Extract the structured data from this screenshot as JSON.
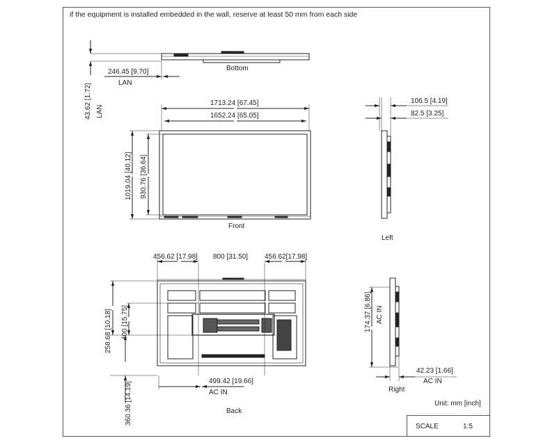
{
  "note": "if the equipment is installed embedded in the wall, reserve at least 50 mm from each side",
  "unit": "Unit: mm [inch]",
  "scale": {
    "label": "SCALE",
    "value": "1:5"
  },
  "views": {
    "bottom": {
      "caption": "Bottom",
      "dim_depth": "43.62 [1.72]",
      "dim_lan": "246.45 [9.70]",
      "lan_label": "LAN",
      "lan_vertical_label": "LAN"
    },
    "front": {
      "caption": "Front",
      "width_outer": "1713.24 [67.45]",
      "width_inner": "1652.24 [65.05]",
      "height_outer": "1019.04 [40.12]",
      "height_inner": "930.76 [36.64]"
    },
    "left": {
      "caption": "Left",
      "depth_outer": "106.5 [4.19]",
      "depth_inner": "82.5 [3.25]"
    },
    "back": {
      "caption": "Back",
      "mount_left": "456.62 [17.98]",
      "vesa_h": "800 [31.50]",
      "mount_right": "456.62[17.98]",
      "vesa_v": "400 [15.75]",
      "dim_258": "258.68 [10.18]",
      "dim_360": "360.36 [14.19]",
      "dim_499": "499.42 [19.66]",
      "ac_in_label": "AC IN"
    },
    "right": {
      "caption": "Right",
      "dim_174": "174.37 [6.86]",
      "ac_in_vertical": "AC IN",
      "dim_42": "42.23 [1.66]",
      "ac_in_label": "AC IN"
    }
  }
}
